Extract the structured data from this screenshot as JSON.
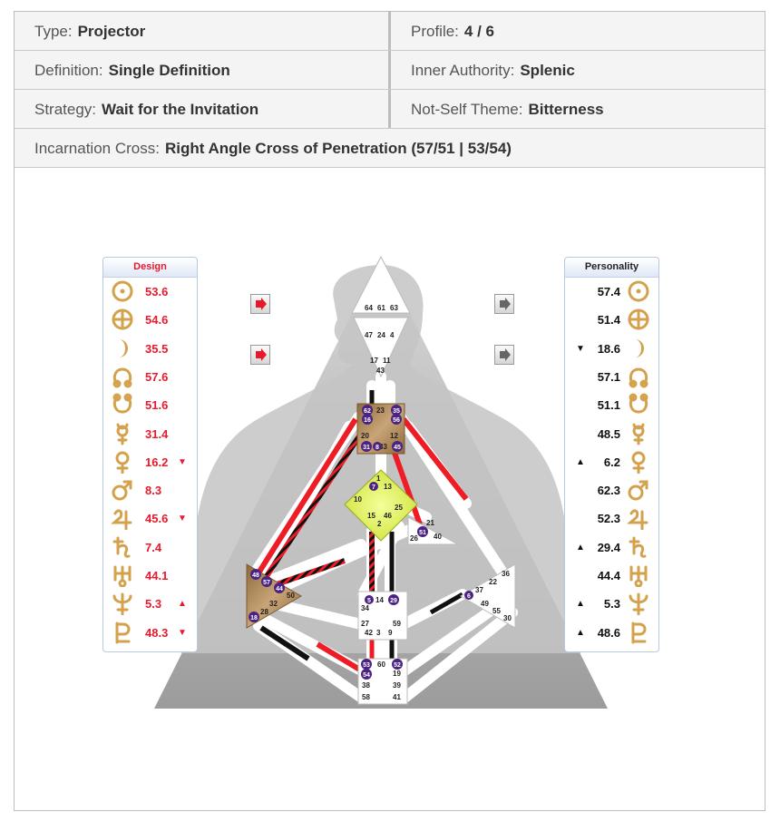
{
  "info": {
    "type": {
      "label": "Type:",
      "value": "Projector"
    },
    "profile": {
      "label": "Profile:",
      "value": "4 / 6"
    },
    "definition": {
      "label": "Definition:",
      "value": "Single Definition"
    },
    "authority": {
      "label": "Inner Authority:",
      "value": "Splenic"
    },
    "strategy": {
      "label": "Strategy:",
      "value": "Wait for the Invitation"
    },
    "not_self": {
      "label": "Not-Self Theme:",
      "value": "Bitterness"
    },
    "cross": {
      "label": "Incarnation Cross:",
      "value": "Right Angle Cross of Penetration (57/51 | 53/54)"
    }
  },
  "colors": {
    "design_text": "#e8192c",
    "personality_text": "#111111",
    "planet_gold": "#d4a24c",
    "gate_purple": "#4b2382",
    "channel_red": "#ee1c25",
    "channel_black": "#111111",
    "center_brown": "#a07a45",
    "center_yellow": "#e3f05a",
    "body_gray": "#b5b5b5"
  },
  "design": {
    "title": "Design",
    "rows": [
      {
        "planet": "sun-icon",
        "value": "53.6",
        "arrow": ""
      },
      {
        "planet": "earth-icon",
        "value": "54.6",
        "arrow": ""
      },
      {
        "planet": "moon-icon",
        "value": "35.5",
        "arrow": ""
      },
      {
        "planet": "north-node-icon",
        "value": "57.6",
        "arrow": ""
      },
      {
        "planet": "south-node-icon",
        "value": "51.6",
        "arrow": ""
      },
      {
        "planet": "mercury-icon",
        "value": "31.4",
        "arrow": ""
      },
      {
        "planet": "venus-icon",
        "value": "16.2",
        "arrow": "▼"
      },
      {
        "planet": "mars-icon",
        "value": "8.3",
        "arrow": ""
      },
      {
        "planet": "jupiter-icon",
        "value": "45.6",
        "arrow": "▼"
      },
      {
        "planet": "saturn-icon",
        "value": "7.4",
        "arrow": ""
      },
      {
        "planet": "uranus-icon",
        "value": "44.1",
        "arrow": ""
      },
      {
        "planet": "neptune-icon",
        "value": "5.3",
        "arrow": "▲"
      },
      {
        "planet": "pluto-icon",
        "value": "48.3",
        "arrow": "▼"
      }
    ]
  },
  "personality": {
    "title": "Personality",
    "rows": [
      {
        "planet": "sun-icon",
        "value": "57.4",
        "arrow": ""
      },
      {
        "planet": "earth-icon",
        "value": "51.4",
        "arrow": ""
      },
      {
        "planet": "moon-icon",
        "value": "18.6",
        "arrow": "▼"
      },
      {
        "planet": "north-node-icon",
        "value": "57.1",
        "arrow": ""
      },
      {
        "planet": "south-node-icon",
        "value": "51.1",
        "arrow": ""
      },
      {
        "planet": "mercury-icon",
        "value": "48.5",
        "arrow": ""
      },
      {
        "planet": "venus-icon",
        "value": "6.2",
        "arrow": "▲"
      },
      {
        "planet": "mars-icon",
        "value": "62.3",
        "arrow": ""
      },
      {
        "planet": "jupiter-icon",
        "value": "52.3",
        "arrow": ""
      },
      {
        "planet": "saturn-icon",
        "value": "29.4",
        "arrow": "▲"
      },
      {
        "planet": "uranus-icon",
        "value": "44.4",
        "arrow": ""
      },
      {
        "planet": "neptune-icon",
        "value": "5.3",
        "arrow": "▲"
      },
      {
        "planet": "pluto-icon",
        "value": "48.6",
        "arrow": "▲"
      }
    ]
  },
  "gates": {
    "head": [
      "64",
      "61",
      "63"
    ],
    "ajna_top": [
      "47",
      "24",
      "4"
    ],
    "ajna_bottom": [
      "17",
      "11",
      "43"
    ],
    "throat_plain": [
      "23",
      "20",
      "12",
      "33"
    ],
    "throat_active": [
      "62",
      "56",
      "16",
      "35",
      "31",
      "8",
      "45"
    ],
    "g_plain": [
      "1",
      "13",
      "10",
      "25",
      "15",
      "46",
      "2"
    ],
    "g_active": [
      "7"
    ],
    "heart_plain": [
      "21",
      "26",
      "40"
    ],
    "heart_active": [
      "51"
    ],
    "spleen_plain": [
      "50",
      "32",
      "28"
    ],
    "spleen_active": [
      "48",
      "57",
      "44",
      "18"
    ],
    "sacral_plain": [
      "14",
      "34",
      "27",
      "59",
      "42",
      "3",
      "9"
    ],
    "sacral_active": [
      "5",
      "29"
    ],
    "solar_plain": [
      "36",
      "22",
      "37",
      "49",
      "55",
      "30"
    ],
    "solar_active": [
      "6"
    ],
    "root_plain": [
      "60",
      "19",
      "38",
      "39",
      "58",
      "41"
    ],
    "root_active": [
      "53",
      "52",
      "54"
    ]
  }
}
